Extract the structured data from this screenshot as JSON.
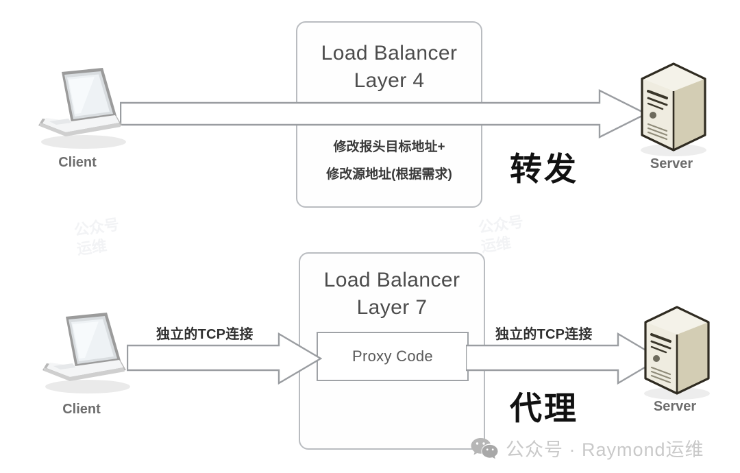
{
  "diagram": {
    "title": "Load Balancer Layer 4 vs Layer 7",
    "colors": {
      "box_border": "#b9bcc0",
      "arrow_outline": "#9a9da1",
      "text_dark": "#3a3a3a",
      "text_muted": "#6d6d6d",
      "server_body": "#e8e4d2",
      "watermark": "#c9c9c9"
    }
  },
  "layer4": {
    "lb_title_line1": "Load Balancer",
    "lb_title_line2": "Layer 4",
    "note_line1": "修改报头目标地址+",
    "note_line2": "修改源地址(根据需求)",
    "mode_label": "转发",
    "client_label": "Client",
    "server_label": "Server"
  },
  "layer7": {
    "lb_title_line1": "Load Balancer",
    "lb_title_line2": "Layer 7",
    "proxy_label": "Proxy Code",
    "left_conn_label": "独立的TCP连接",
    "right_conn_label": "独立的TCP连接",
    "mode_label": "代理",
    "client_label": "Client",
    "server_label": "Server"
  },
  "watermarks": {
    "faint_left": "公众号",
    "faint_right": "运维",
    "bottom_text": "公众号 · Raymond运维",
    "bottom_icon": "wechat-icon"
  }
}
